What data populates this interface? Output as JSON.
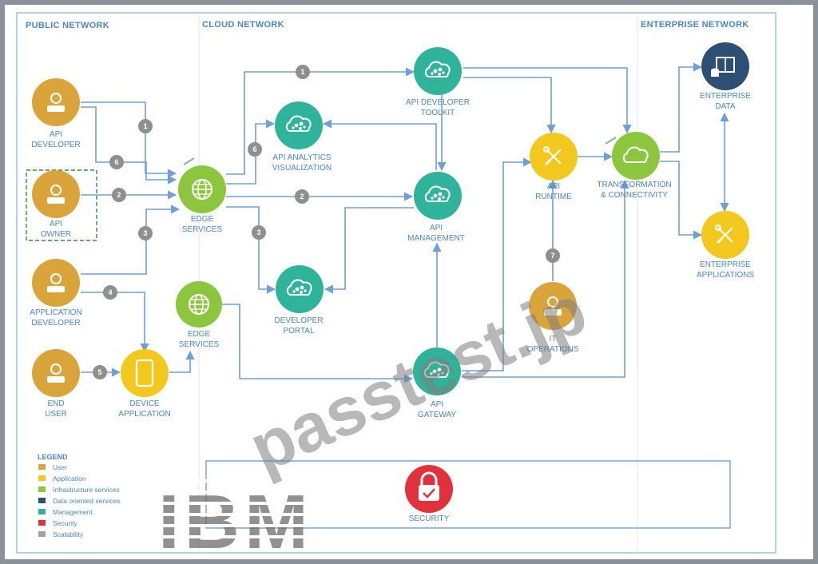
{
  "zones": {
    "public": "PUBLIC NETWORK",
    "cloud": "CLOUD NETWORK",
    "enterprise": "ENTERPRISE NETWORK"
  },
  "nodes": {
    "api_developer": [
      "API",
      "DEVELOPER"
    ],
    "api_owner": [
      "API",
      "OWNER"
    ],
    "application_developer": [
      "APPLICATION",
      "DEVELOPER"
    ],
    "end_user": [
      "END",
      "USER"
    ],
    "device_application": [
      "DEVICE",
      "APPLICATION"
    ],
    "edge_services_top": [
      "EDGE",
      "SERVICES"
    ],
    "edge_services_bottom": [
      "EDGE",
      "SERVICES"
    ],
    "api_analytics": [
      "API ANALYTICS",
      "VISUALIZATION"
    ],
    "api_dev_toolkit": [
      "API DEVELOPER",
      "TOOLKIT"
    ],
    "api_management": [
      "API",
      "MANAGEMENT"
    ],
    "developer_portal": [
      "DEVELOPER",
      "PORTAL"
    ],
    "api_gateway": [
      "API",
      "GATEWAY"
    ],
    "api_runtime": [
      "API",
      "RUNTIME"
    ],
    "transformation": [
      "TRANSFORMATION",
      "& CONNECTIVITY"
    ],
    "it_operations": [
      "IT",
      "OPERATIONS"
    ],
    "enterprise_data": [
      "ENTERPRISE",
      "DATA"
    ],
    "enterprise_applications": [
      "ENTERPRISE",
      "APPLICATIONS"
    ],
    "security": "SECURITY"
  },
  "badges": {
    "b1a": "1",
    "b1b": "1",
    "b2a": "2",
    "b2b": "2",
    "b3a": "3",
    "b3b": "3",
    "b4": "4",
    "b5": "5",
    "b6a": "6",
    "b6b": "6",
    "b7": "7"
  },
  "legend": {
    "title": "LEGEND",
    "items": [
      {
        "label": "User",
        "color": "#d9a43a"
      },
      {
        "label": "Application",
        "color": "#f2c81e"
      },
      {
        "label": "Infrastructure services",
        "color": "#8cc63f"
      },
      {
        "label": "Data oriented services",
        "color": "#2d4f73"
      },
      {
        "label": "Management",
        "color": "#2fb39a"
      },
      {
        "label": "Security",
        "color": "#e0313d"
      },
      {
        "label": "Scalability",
        "color": "#9aa4ad"
      }
    ]
  },
  "watermark": "passtest.jp",
  "logo": "IBM",
  "colors": {
    "user": "#d9a43a",
    "application": "#f2c81e",
    "infrastructure": "#8cc63f",
    "data": "#2d4f73",
    "management": "#2fb39a",
    "security": "#e0313d",
    "connector": "#6f9fd6",
    "badge": "#8f8f8f"
  }
}
